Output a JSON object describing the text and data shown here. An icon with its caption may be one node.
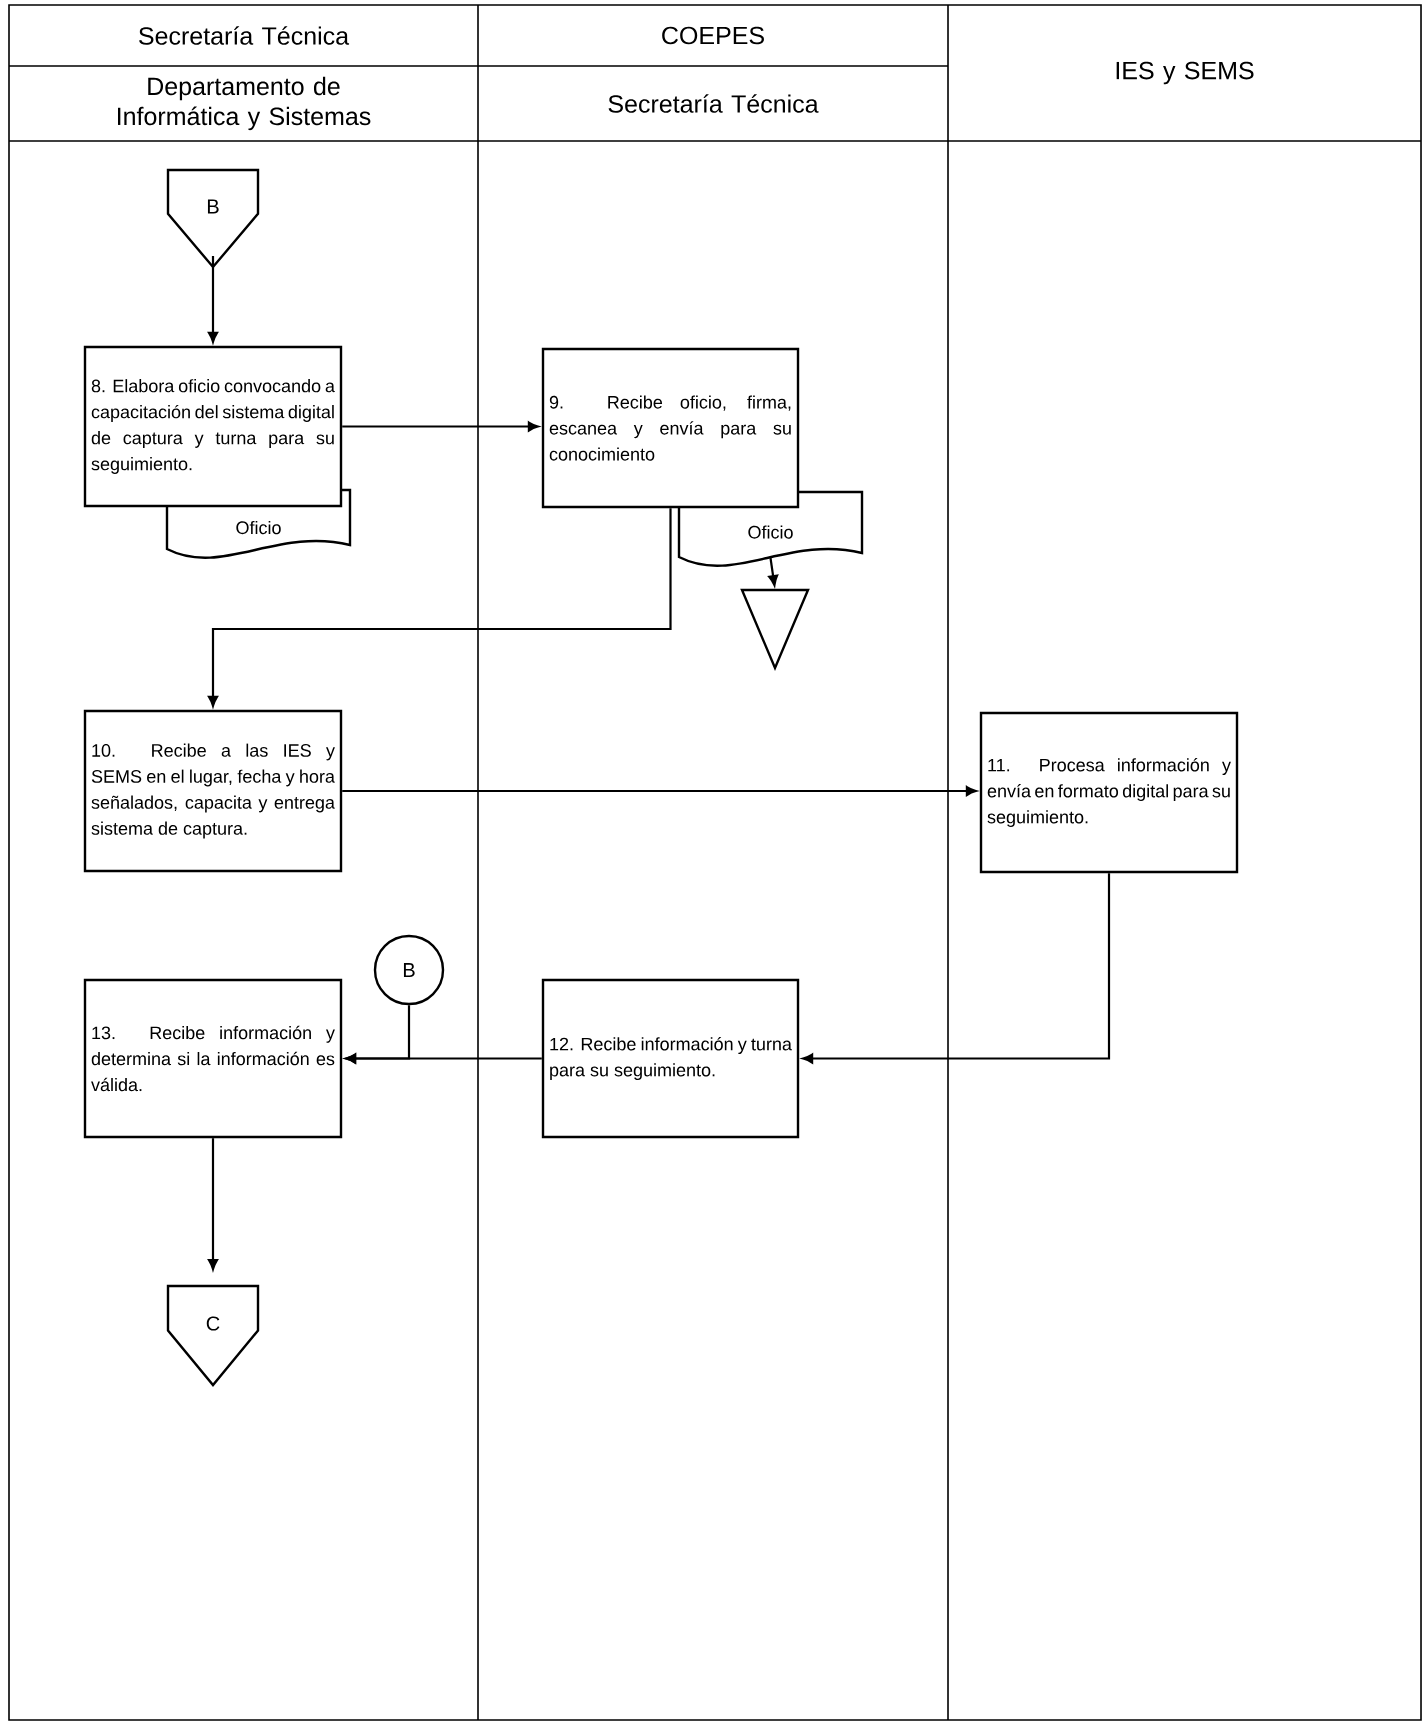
{
  "diagram": {
    "nodes": [
      {
        "text": [
          "Secretaría Técnica"
        ]
      },
      {
        "text": [
          "COEPES"
        ]
      },
      {
        "text": [
          "IES y SEMS"
        ]
      },
      {
        "text": [
          "Departamento de Informática y Sistemas"
        ]
      },
      {
        "text": [
          "Secretaría Técnica"
        ]
      },
      {
        "text": [
          "B"
        ]
      },
      {
        "text": [
          "8. Elabora oficio convocando a capacitación del sistema digital de captura y turna para su seguimiento."
        ]
      },
      {
        "text": [
          "Oficio"
        ]
      },
      {
        "text": [
          "9. Recibe oficio, firma, escanea y envía para su conocimiento"
        ]
      },
      {
        "text": [
          "Oficio"
        ]
      },
      {
        "text": [],
        "shape": "triangle"
      },
      {
        "text": [
          "10. Recibe a las IES y SEMS en el lugar, fecha y hora señalados, capacita y entrega sistema de captura."
        ]
      },
      {
        "text": [
          "11. Procesa información y envía en formato digital para su seguimiento."
        ]
      },
      {
        "text": [
          "B"
        ]
      },
      {
        "text": [
          "12. Recibe información y turna para su seguimiento."
        ]
      },
      {
        "text": [
          "13. Recibe información y determina si la información es válida."
        ]
      },
      {
        "text": [
          "C"
        ]
      }
    ],
    "edges": [
      {
        "from": 5,
        "to": 6,
        "arrow": "to"
      },
      {
        "from": 6,
        "to": 8,
        "arrow": "to"
      },
      {
        "from": 8,
        "to": 11,
        "arrow": "to"
      },
      {
        "from": 9,
        "to": 10,
        "arrow": "to"
      },
      {
        "from": 11,
        "to": 12,
        "arrow": "to"
      },
      {
        "from": 12,
        "to": 14,
        "arrow": "to"
      },
      {
        "from": 14,
        "to": 15,
        "arrow": "to"
      },
      {
        "from": 13,
        "to": 15,
        "arrow": "to"
      },
      {
        "from": 15,
        "to": 16,
        "arrow": "to"
      }
    ]
  }
}
